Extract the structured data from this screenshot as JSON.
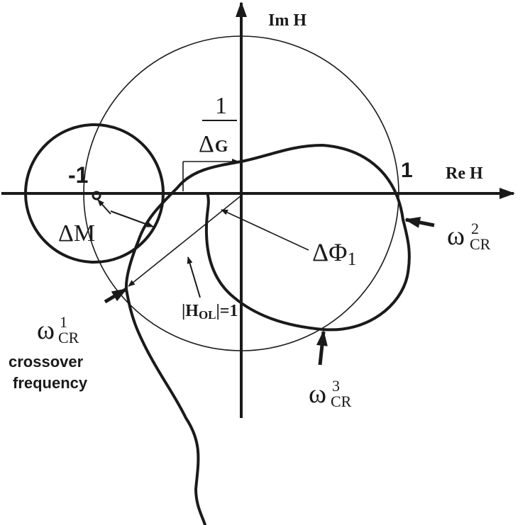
{
  "diagram": {
    "axes": {
      "x_label": "Re H",
      "y_label": "Im H"
    },
    "points": {
      "minus_one": "-1",
      "plus_one": "1"
    },
    "annotations": {
      "gain_margin_num": "1",
      "gain_margin_den_delta": "Δ",
      "gain_margin_den_sub": "G",
      "modulus_margin": "ΔM",
      "phase_margin_main": "ΔΦ",
      "phase_margin_sub": "1",
      "unit_mag_left": "|H",
      "unit_mag_sub": "OL",
      "unit_mag_right": "|=1",
      "omega_symbol": "ω",
      "cr_sub": "CR",
      "cr1_sup": "1",
      "cr2_sup": "2",
      "cr3_sup": "3",
      "crossover_line1": "crossover",
      "crossover_line2": "frequency"
    },
    "colors": {
      "ink": "#1a1a1a",
      "background": "#ffffff"
    }
  }
}
